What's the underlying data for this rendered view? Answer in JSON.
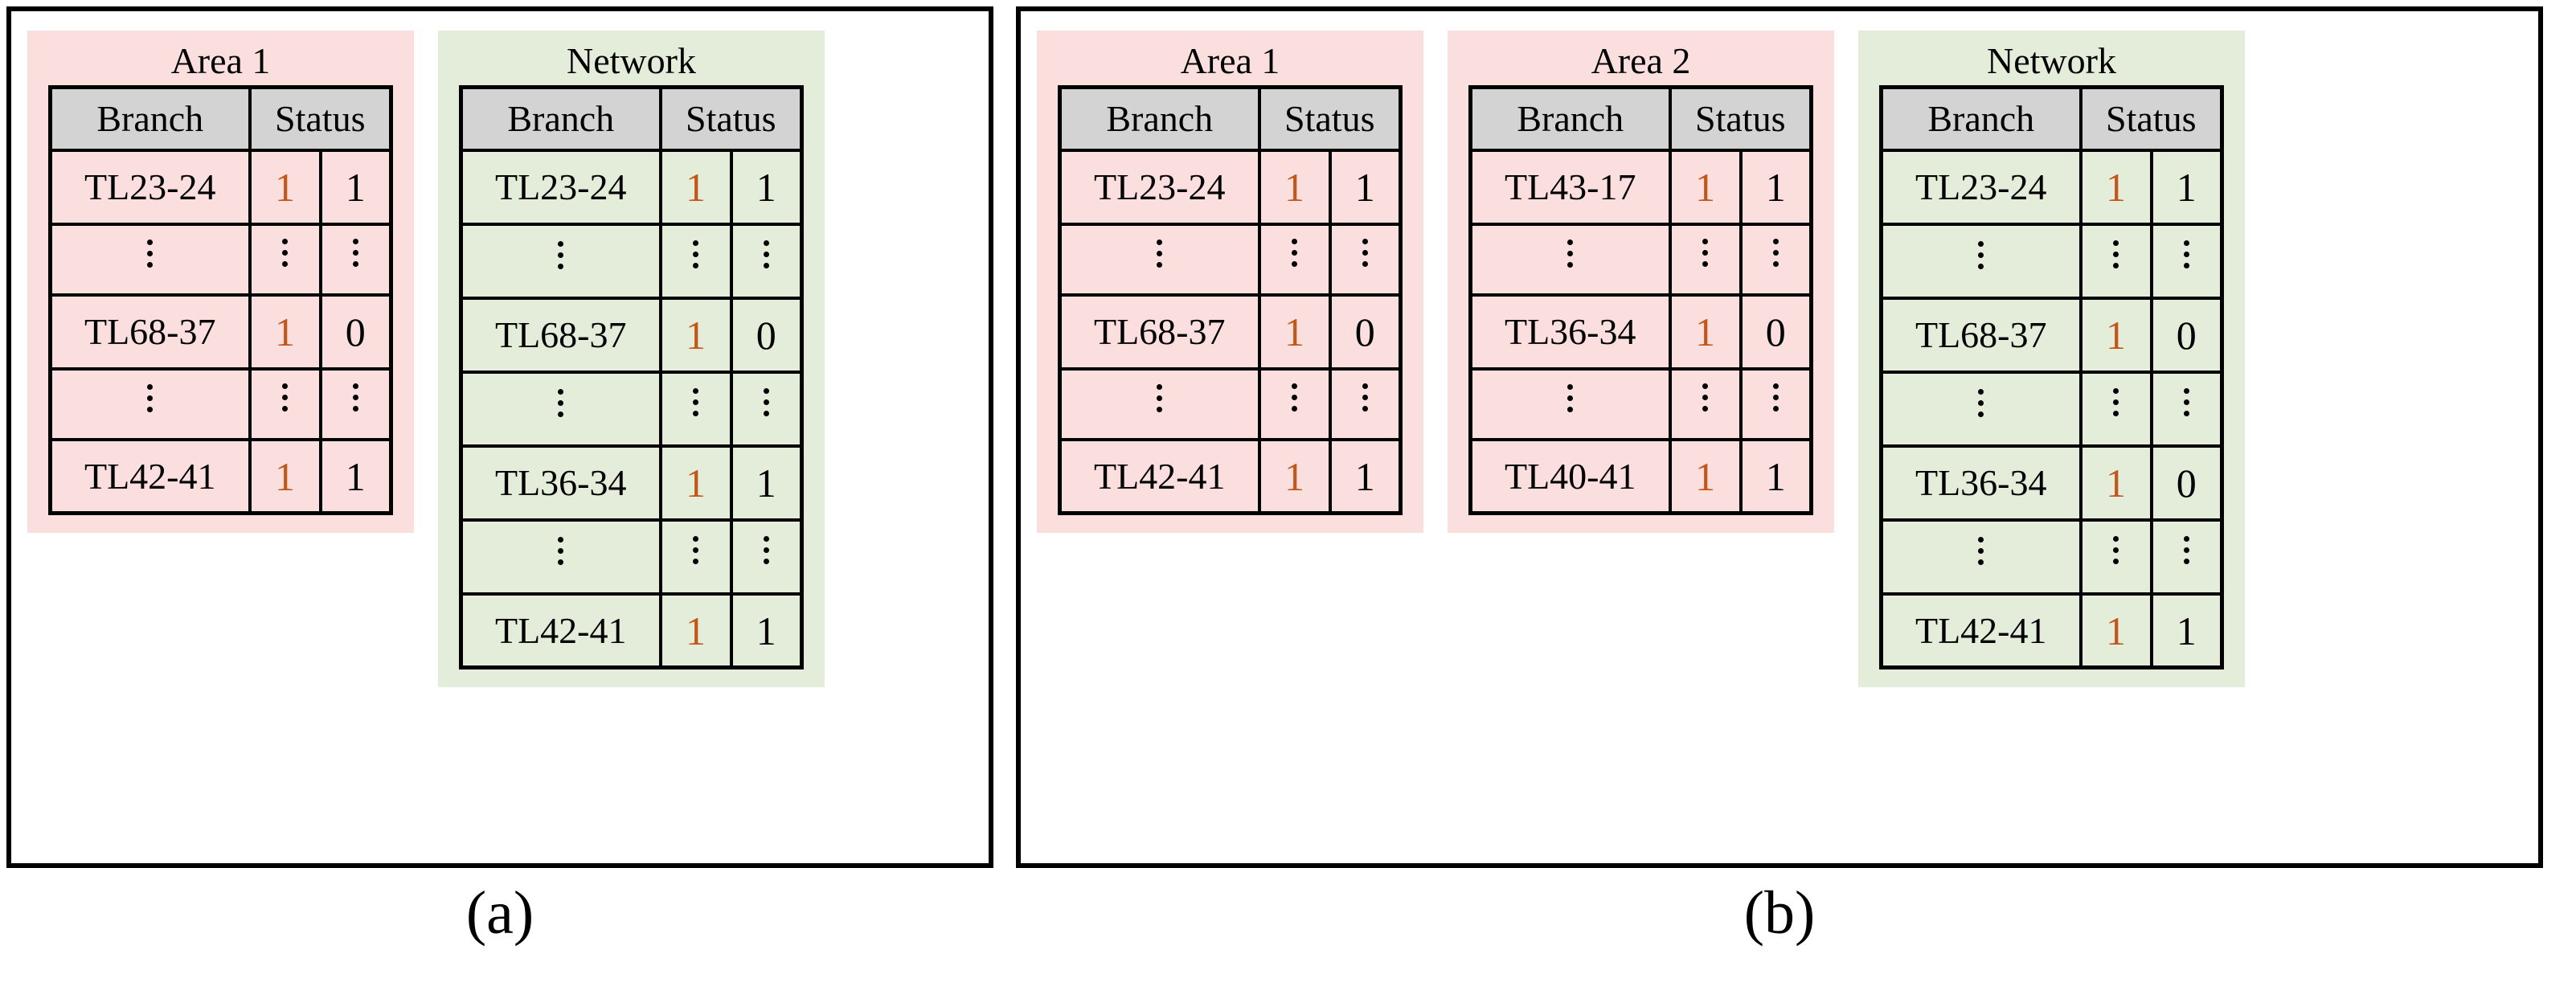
{
  "figure": {
    "panels": [
      {
        "caption": "(a)",
        "groups": [
          {
            "title": "Area 1",
            "theme": "pink",
            "headers": {
              "branch": "Branch",
              "status": "Status"
            },
            "rows": [
              {
                "type": "data",
                "branch": "TL23-24",
                "v1": "1",
                "v2": "1"
              },
              {
                "type": "dots",
                "branch": "⋮",
                "v1": "⋮",
                "v2": "⋮"
              },
              {
                "type": "data",
                "branch": "TL68-37",
                "v1": "1",
                "v2": "0"
              },
              {
                "type": "dots",
                "branch": "⋮",
                "v1": "⋮",
                "v2": "⋮"
              },
              {
                "type": "data",
                "branch": "TL42-41",
                "v1": "1",
                "v2": "1"
              }
            ]
          },
          {
            "title": "Network",
            "theme": "green",
            "headers": {
              "branch": "Branch",
              "status": "Status"
            },
            "rows": [
              {
                "type": "data",
                "branch": "TL23-24",
                "v1": "1",
                "v2": "1"
              },
              {
                "type": "dots",
                "branch": "⋮",
                "v1": "⋮",
                "v2": "⋮"
              },
              {
                "type": "data",
                "branch": "TL68-37",
                "v1": "1",
                "v2": "0"
              },
              {
                "type": "dots",
                "branch": "⋮",
                "v1": "⋮",
                "v2": "⋮"
              },
              {
                "type": "data",
                "branch": "TL36-34",
                "v1": "1",
                "v2": "1"
              },
              {
                "type": "dots",
                "branch": "⋮",
                "v1": "⋮",
                "v2": "⋮"
              },
              {
                "type": "data",
                "branch": "TL42-41",
                "v1": "1",
                "v2": "1"
              }
            ]
          }
        ]
      },
      {
        "caption": "(b)",
        "groups": [
          {
            "title": "Area 1",
            "theme": "pink",
            "headers": {
              "branch": "Branch",
              "status": "Status"
            },
            "rows": [
              {
                "type": "data",
                "branch": "TL23-24",
                "v1": "1",
                "v2": "1"
              },
              {
                "type": "dots",
                "branch": "⋮",
                "v1": "⋮",
                "v2": "⋮"
              },
              {
                "type": "data",
                "branch": "TL68-37",
                "v1": "1",
                "v2": "0"
              },
              {
                "type": "dots",
                "branch": "⋮",
                "v1": "⋮",
                "v2": "⋮"
              },
              {
                "type": "data",
                "branch": "TL42-41",
                "v1": "1",
                "v2": "1"
              }
            ]
          },
          {
            "title": "Area 2",
            "theme": "pink",
            "headers": {
              "branch": "Branch",
              "status": "Status"
            },
            "rows": [
              {
                "type": "data",
                "branch": "TL43-17",
                "v1": "1",
                "v2": "1"
              },
              {
                "type": "dots",
                "branch": "⋮",
                "v1": "⋮",
                "v2": "⋮"
              },
              {
                "type": "data",
                "branch": "TL36-34",
                "v1": "1",
                "v2": "0"
              },
              {
                "type": "dots",
                "branch": "⋮",
                "v1": "⋮",
                "v2": "⋮"
              },
              {
                "type": "data",
                "branch": "TL40-41",
                "v1": "1",
                "v2": "1"
              }
            ]
          },
          {
            "title": "Network",
            "theme": "green",
            "headers": {
              "branch": "Branch",
              "status": "Status"
            },
            "rows": [
              {
                "type": "data",
                "branch": "TL23-24",
                "v1": "1",
                "v2": "1"
              },
              {
                "type": "dots",
                "branch": "⋮",
                "v1": "⋮",
                "v2": "⋮"
              },
              {
                "type": "data",
                "branch": "TL68-37",
                "v1": "1",
                "v2": "0"
              },
              {
                "type": "dots",
                "branch": "⋮",
                "v1": "⋮",
                "v2": "⋮"
              },
              {
                "type": "data",
                "branch": "TL36-34",
                "v1": "1",
                "v2": "0"
              },
              {
                "type": "dots",
                "branch": "⋮",
                "v1": "⋮",
                "v2": "⋮"
              },
              {
                "type": "data",
                "branch": "TL42-41",
                "v1": "1",
                "v2": "1"
              }
            ]
          }
        ]
      }
    ]
  },
  "colors": {
    "pink_background": "#FBDEDE",
    "green_background": "#E3EDD9",
    "header_gray": "#D3D3D3",
    "status_accent_orange": "#C2571A",
    "text_black": "#000000",
    "border_black": "#000000",
    "page_white": "#FFFFFF"
  }
}
